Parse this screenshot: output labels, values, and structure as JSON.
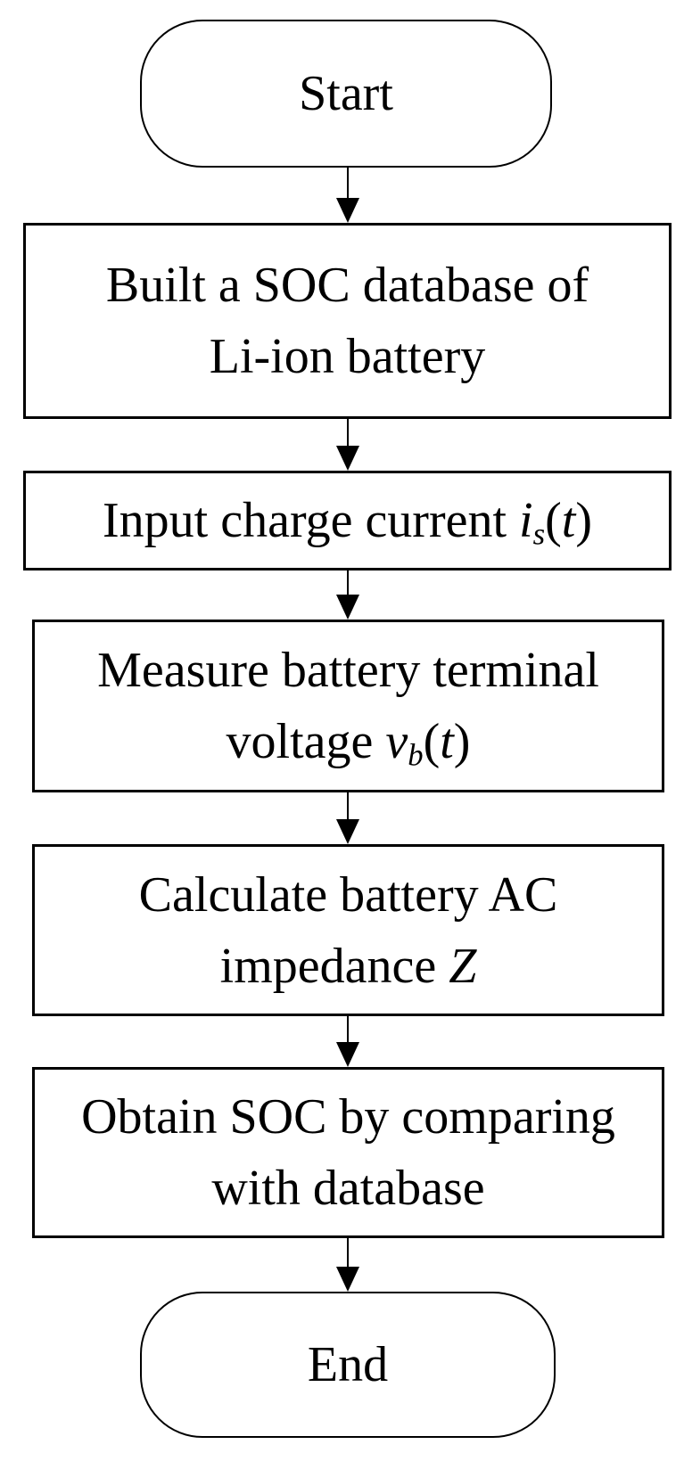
{
  "flowchart": {
    "colors": {
      "stroke": "#000000",
      "fill": "#ffffff",
      "text": "#000000"
    },
    "nodes": {
      "start": {
        "type": "terminator",
        "label": "Start"
      },
      "build_database": {
        "type": "process",
        "line1": "Built a SOC database of",
        "line2": "Li-ion battery"
      },
      "input_current": {
        "type": "process",
        "text": "Input charge current ",
        "var": "i",
        "sub": "s",
        "paren_open": "(",
        "arg": "t",
        "paren_close": ")"
      },
      "measure_voltage": {
        "type": "process",
        "line1": "Measure battery terminal",
        "line2_text": "voltage ",
        "var": "v",
        "sub": "b",
        "paren_open": "(",
        "arg": "t",
        "paren_close": ")"
      },
      "calc_impedance": {
        "type": "process",
        "line1": "Calculate battery AC",
        "line2_text": "impedance ",
        "var": "Z"
      },
      "obtain_soc": {
        "type": "process",
        "line1": "Obtain SOC by comparing",
        "line2": "with database"
      },
      "end": {
        "type": "terminator",
        "label": "End"
      }
    },
    "edges": [
      {
        "from": "start",
        "to": "build_database"
      },
      {
        "from": "build_database",
        "to": "input_current"
      },
      {
        "from": "input_current",
        "to": "measure_voltage"
      },
      {
        "from": "measure_voltage",
        "to": "calc_impedance"
      },
      {
        "from": "calc_impedance",
        "to": "obtain_soc"
      },
      {
        "from": "obtain_soc",
        "to": "end"
      }
    ]
  }
}
